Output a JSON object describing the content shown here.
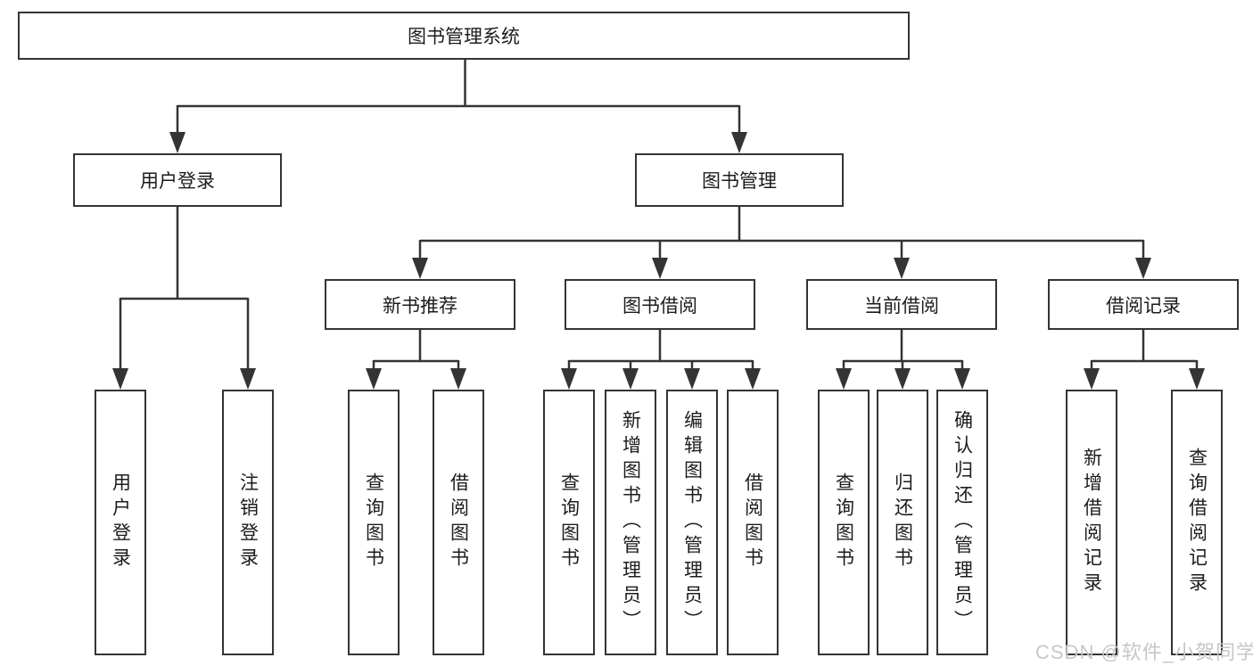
{
  "tree": {
    "root": "图书管理系统",
    "children": [
      {
        "label": "用户登录",
        "children": [
          {
            "label": "用户登录"
          },
          {
            "label": "注销登录"
          }
        ]
      },
      {
        "label": "图书管理",
        "children": [
          {
            "label": "新书推荐",
            "children": [
              {
                "label": "查询图书"
              },
              {
                "label": "借阅图书"
              }
            ]
          },
          {
            "label": "图书借阅",
            "children": [
              {
                "label": "查询图书"
              },
              {
                "label": "新增图书（管理员）"
              },
              {
                "label": "编辑图书（管理员）"
              },
              {
                "label": "借阅图书"
              }
            ]
          },
          {
            "label": "当前借阅",
            "children": [
              {
                "label": "查询图书"
              },
              {
                "label": "归还图书"
              },
              {
                "label": "确认归还（管理员）"
              }
            ]
          },
          {
            "label": "借阅记录",
            "children": [
              {
                "label": "新增借阅记录"
              },
              {
                "label": "查询借阅记录"
              }
            ]
          }
        ]
      }
    ]
  },
  "watermark": {
    "text": "CSDN @软件_小贺同学"
  },
  "colors": {
    "line": "#343434",
    "box_border": "#343434",
    "text": "#1c1c1c",
    "watermark": "#c7c7c7",
    "background": "#ffffff"
  }
}
